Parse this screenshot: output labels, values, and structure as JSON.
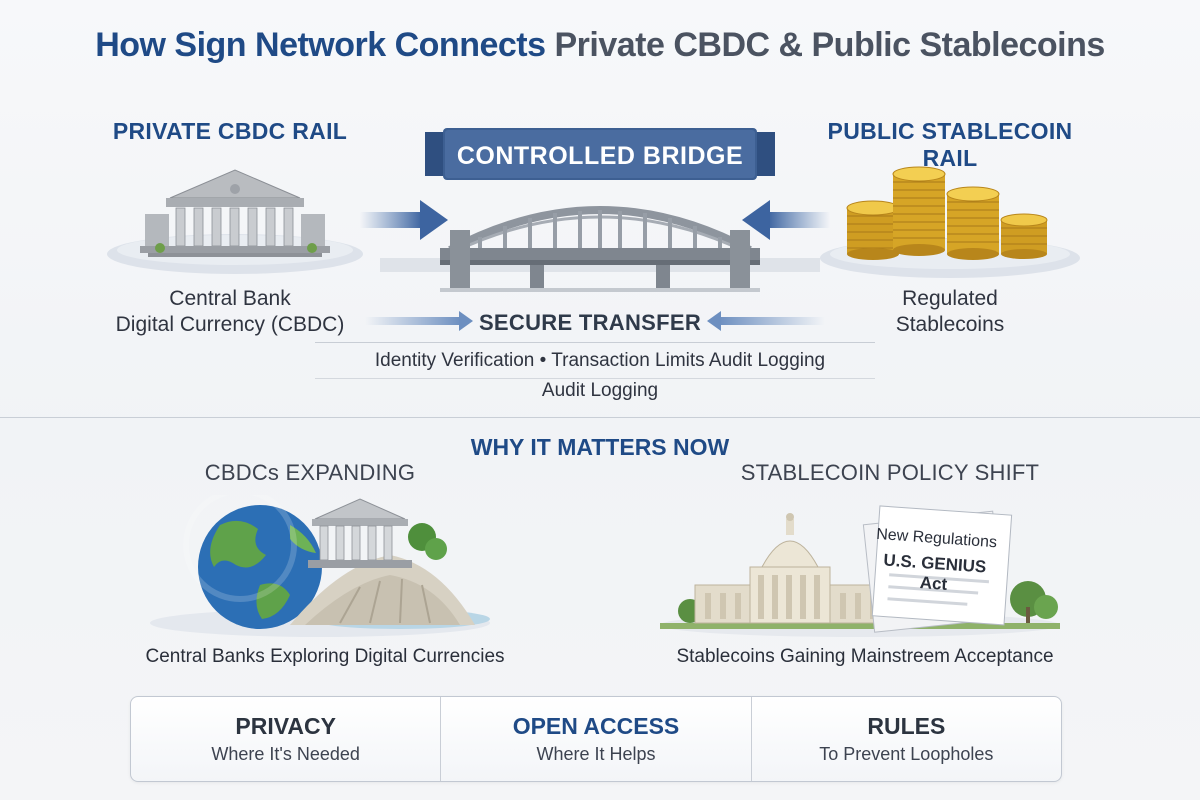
{
  "title": {
    "part1": "How Sign Network Connects",
    "part2": "Private CBDC & Public Stablecoins"
  },
  "left_rail": {
    "heading": "PRIVATE CBDC RAIL",
    "caption_line1": "Central Bank",
    "caption_line2": "Digital Currency (CBDC)"
  },
  "right_rail": {
    "heading": "PUBLIC STABLECOIN RAIL",
    "caption_line1": "Regulated",
    "caption_line2": "Stablecoins"
  },
  "bridge": {
    "banner": "CONTROLLED BRIDGE",
    "secure_label": "SECURE TRANSFER",
    "features_line1": "Identity Verification  •  Transaction Limits  Audit Logging",
    "features_line2": "Audit Logging"
  },
  "why": {
    "heading": "WHY IT MATTERS NOW",
    "left": {
      "heading": "CBDCs EXPANDING",
      "caption": "Central Banks Exploring Digital Currencies"
    },
    "right": {
      "heading": "STABLECOIN POLICY SHIFT",
      "doc_line1": "New Regulations",
      "doc_line2": "U.S. GENIUS Act",
      "caption": "Stablecoins Gaining Mainstreem Acceptance"
    }
  },
  "pillars": [
    {
      "title": "PRIVACY",
      "subtitle": "Where It's Needed"
    },
    {
      "title": "OPEN ACCESS",
      "subtitle": "Where It Helps"
    },
    {
      "title": "RULES",
      "subtitle": "To Prevent Loopholes"
    }
  ],
  "colors": {
    "brand_blue": "#1f4a86",
    "banner_blue": "#3d5f92",
    "arrow_blue": "#4f78b0",
    "gold": "#d9a92a"
  }
}
